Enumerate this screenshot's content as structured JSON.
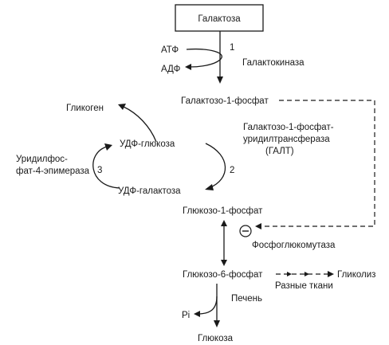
{
  "nodes": {
    "galactose": "Галактоза",
    "gal1p": "Галактозо-1-фосфат",
    "glycogen": "Гликоген",
    "udp_glucose": "УДФ-глюкоза",
    "udp_galactose": "УДФ-галактоза",
    "glc1p": "Глюкозо-1-фосфат",
    "glc6p": "Глюкозо-6-фосфат",
    "glycolysis": "Гликолиз",
    "glucose": "Глюкоза"
  },
  "cofactors": {
    "atp": "АТФ",
    "adp": "АДФ",
    "pi": "Pi"
  },
  "enzymes": {
    "galactokinase": "Галактокиназа",
    "galt_line1": "Галактозо-1-фосфат-",
    "galt_line2": "уридилтрансфераза",
    "galt_line3": "(ГАЛТ)",
    "epimerase_line1": "Уридилфос-",
    "epimerase_line2": "фат-4-эпимераза",
    "phosphoglucomutase": "Фосфоглюкомутаза"
  },
  "annotations": {
    "step1": "1",
    "step2": "2",
    "step3": "3",
    "inhibition": "⊖",
    "various_tissues": "Разные ткани",
    "liver": "Печень"
  }
}
